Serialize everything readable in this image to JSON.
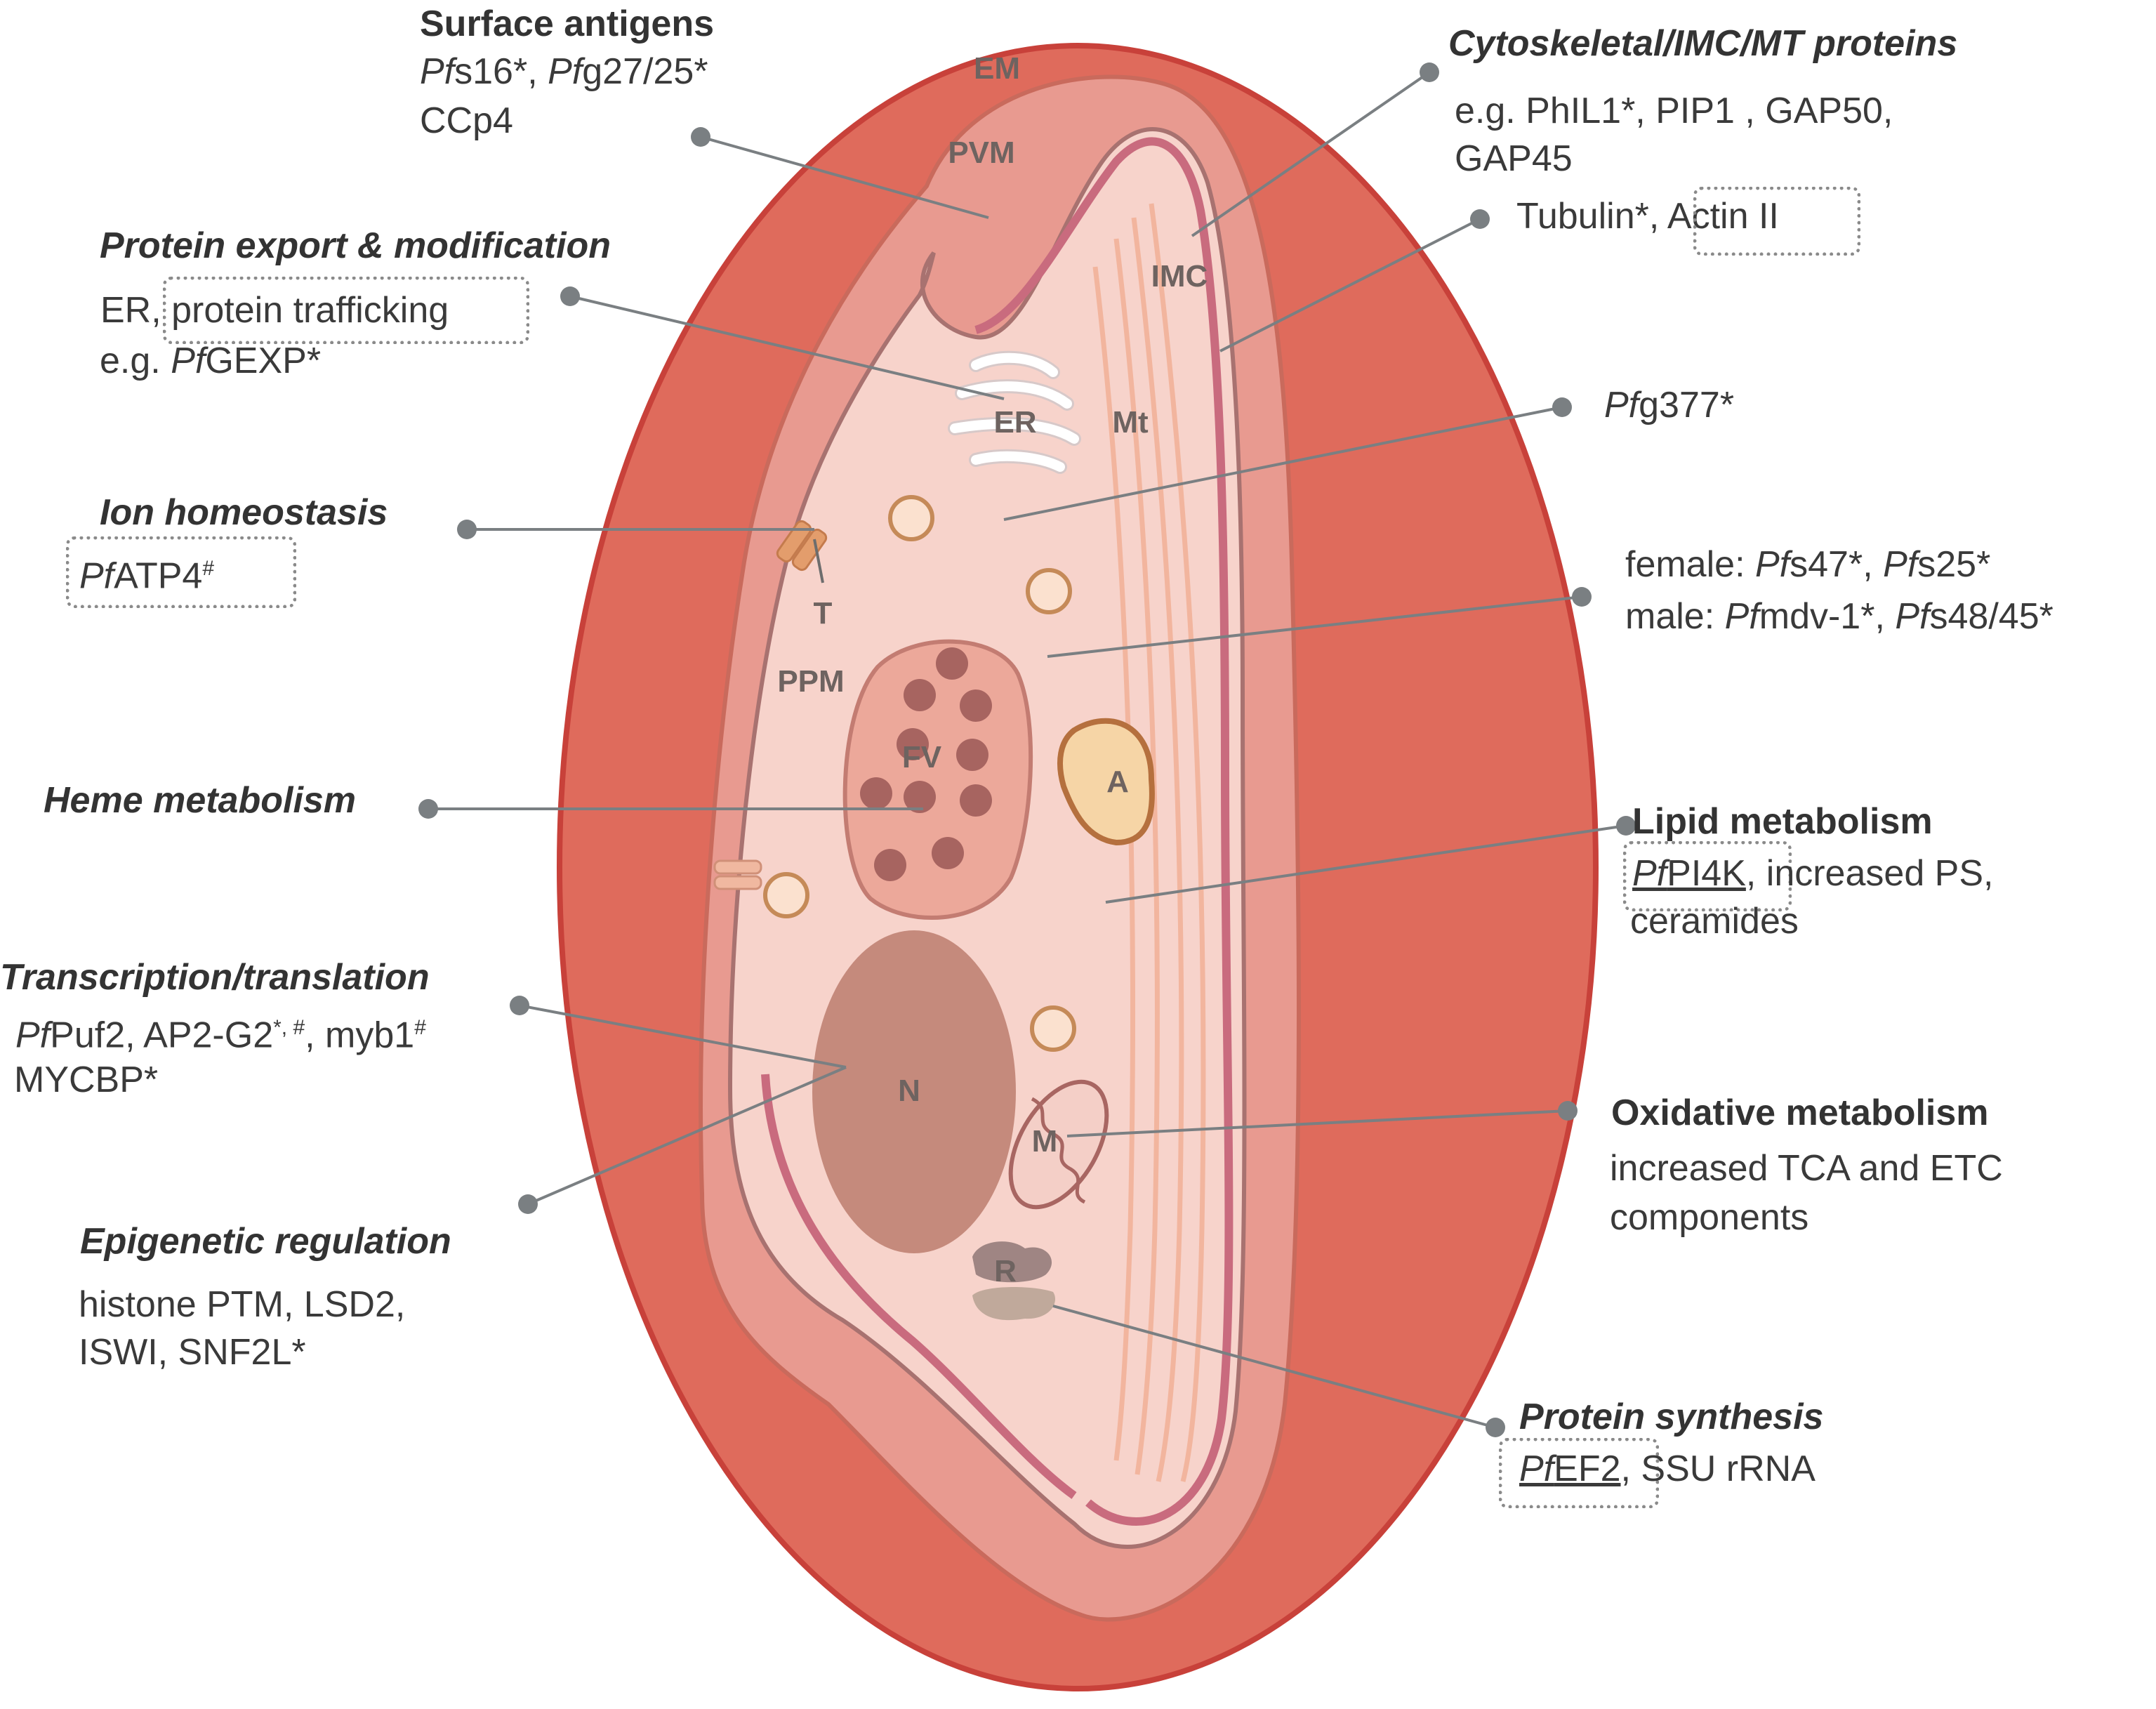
{
  "colors": {
    "erythrocyte": "#df6b5c",
    "erythrocyte_border": "#c8413a",
    "pvm_space": "#e89a90",
    "parasite": "#f7d3cb",
    "imc": "#c96b7e",
    "microtubule": "#f2b59e",
    "food_vacuole": "#eca89a",
    "hemozoin": "#a76460",
    "nucleus": "#c58a7c",
    "apicoplast": "#f6d5a6",
    "leader_line": "#7a7f82"
  },
  "organelles": {
    "em": "EM",
    "pvm": "PVM",
    "imc": "IMC",
    "er": "ER",
    "mt": "Mt",
    "t": "T",
    "ppm": "PPM",
    "fv": "FV",
    "a": "A",
    "n": "N",
    "m": "M",
    "r": "R"
  },
  "annotations": {
    "surface": {
      "title": "Surface antigens",
      "pfs16_a": "Pf",
      "pfs16_b": "s16*, ",
      "pfg27_a": "Pf",
      "pfg27_b": "g27/25*",
      "line2": "CCp4"
    },
    "export": {
      "title": "Protein export & modification",
      "er": "ER,",
      "trafficking": "protein trafficking",
      "eg": "e.g. ",
      "gexp_a": "Pf",
      "gexp_b": "GEXP*"
    },
    "ion": {
      "title": "Ion homeostasis",
      "atp4_a": "Pf",
      "atp4_b": "ATP4",
      "atp4_sup": "#"
    },
    "heme": {
      "title": "Heme metabolism"
    },
    "transcription": {
      "title": "Transcription/translation",
      "puf2_a": "Pf",
      "puf2_b": "Puf2, AP2-G2",
      "ap2_sup": "*, #",
      "myb1": ", myb1",
      "myb1_sup": "#",
      "line2": "MYCBP*"
    },
    "epigenetic": {
      "title": "Epigenetic regulation",
      "line1": "histone PTM, LSD2,",
      "line2": "ISWI, SNF2L*"
    },
    "cytoskeletal": {
      "title": "Cytoskeletal/IMC/MT proteins",
      "line1": "e.g. PhIL1*, PIP1 , GAP50,",
      "line2": "GAP45"
    },
    "tubulin": {
      "tubulin": "Tubulin*,",
      "actin": "Actin II"
    },
    "pfg377": {
      "a": "Pf",
      "b": "g377*"
    },
    "sex": {
      "female": "female: ",
      "pfs47_a": "Pf",
      "pfs47_b": "s47*, ",
      "pfs25_a": "Pf",
      "pfs25_b": "s25*",
      "male": "male: ",
      "mdv_a": "Pf",
      "mdv_b": "mdv-1*, ",
      "pfs48_a": "Pf",
      "pfs48_b": "s48/45*"
    },
    "lipid": {
      "title": "Lipid metabolism",
      "pi4k_a": "Pf",
      "pi4k_b": "PI4K",
      "rest": ", increased PS,",
      "line2": "ceramides"
    },
    "oxidative": {
      "title": "Oxidative metabolism",
      "line1": "increased TCA and ETC",
      "line2": "components"
    },
    "synthesis": {
      "title": "Protein synthesis",
      "ef2_a": "Pf",
      "ef2_b": "EF2",
      "rest": ", SSU rRNA"
    }
  }
}
